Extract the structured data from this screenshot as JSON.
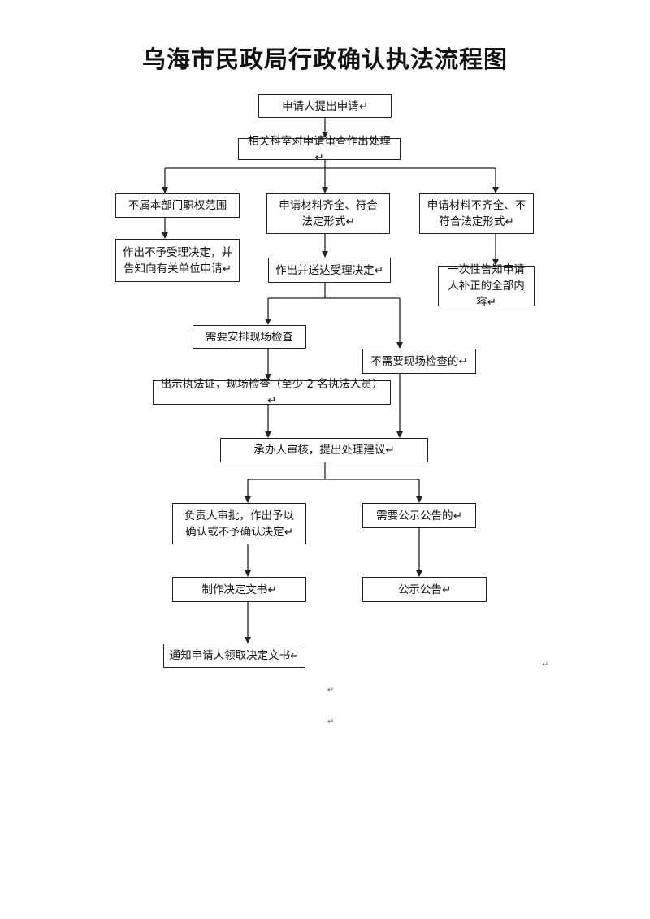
{
  "title": "乌海市民政局行政确认执法流程图",
  "nodes": {
    "apply": "申请人提出申请↵",
    "review": "相关科室对申请审查作出处理↵",
    "not_in_scope": "不属本部门职权范围",
    "complete": "申请材料齐全、符合法定形式↵",
    "incomplete": "申请材料不齐全、不符合法定形式↵",
    "reject_notice": "作出不予受理决定，并告知向有关单位申请↵",
    "accept_notice": "作出并送达受理决定↵",
    "correction_notice": "一次性告知申请人补正的全部内容↵",
    "onsite_needed": "需要安排现场检查",
    "onsite_not_needed": "不需要现场检查的↵",
    "inspection": "出示执法证，现场检查（至少 2 名执法人员）↵",
    "handler_review": "承办人审核，提出处理建议↵",
    "approval": "负责人审批，作出予以确认或不予确认决定↵",
    "publicity_needed": "需要公示公告的↵",
    "make_document": "制作决定文书↵",
    "publish": "公示公告↵",
    "notify": "通知申请人领取决定文书↵"
  },
  "paragraph_marks": [
    "↵",
    "↵",
    "↵"
  ]
}
